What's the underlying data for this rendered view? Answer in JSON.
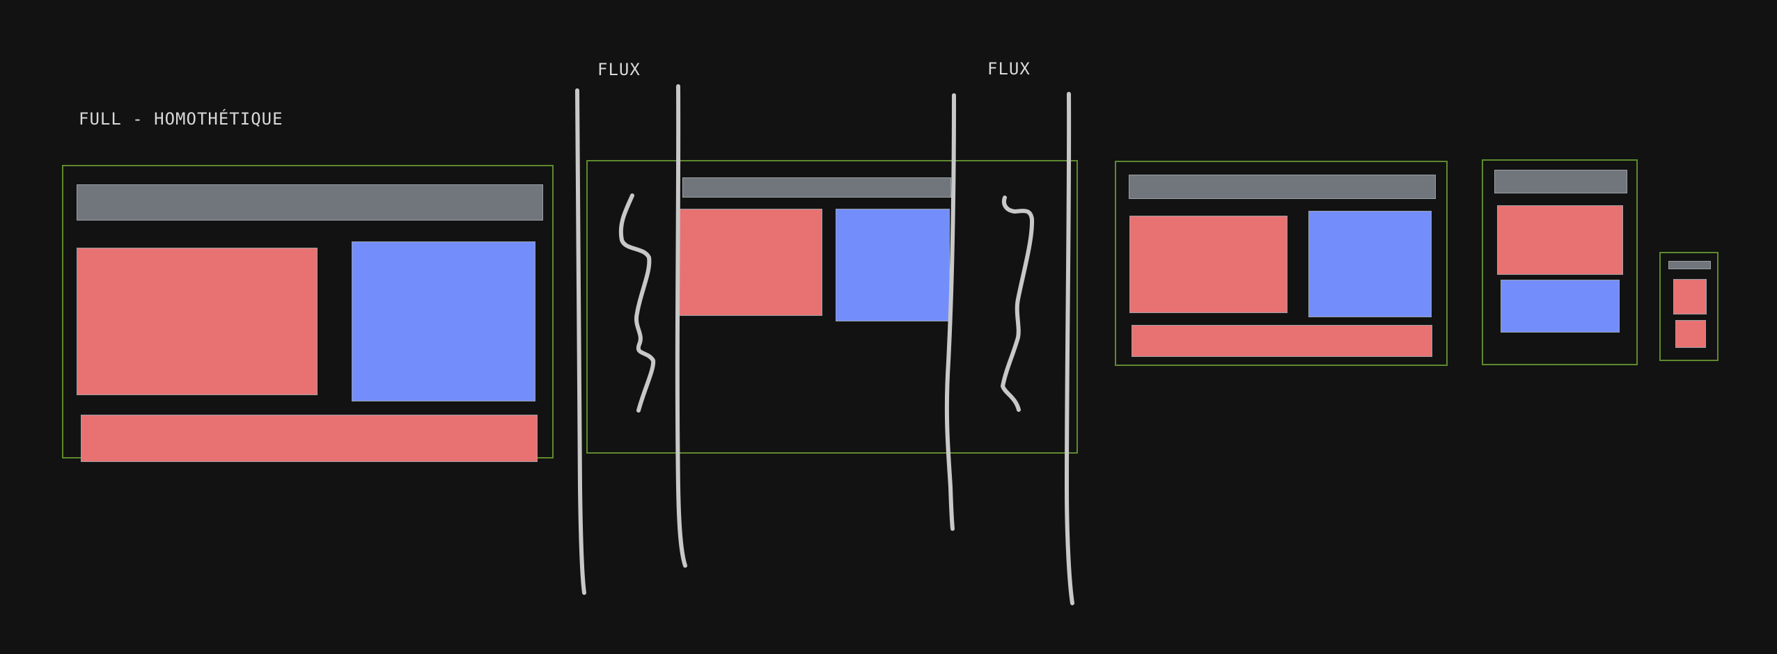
{
  "labels": {
    "full": "FULL - HOMOTHÉTIQUE",
    "flux_left": "FLUX",
    "flux_right": "FLUX"
  },
  "colors": {
    "background": "#121212",
    "frame": "#5f8a2e",
    "header_block": "#71767c",
    "red_block": "#e87272",
    "blue_block": "#738efb",
    "stroke": "#c8c8c8"
  }
}
